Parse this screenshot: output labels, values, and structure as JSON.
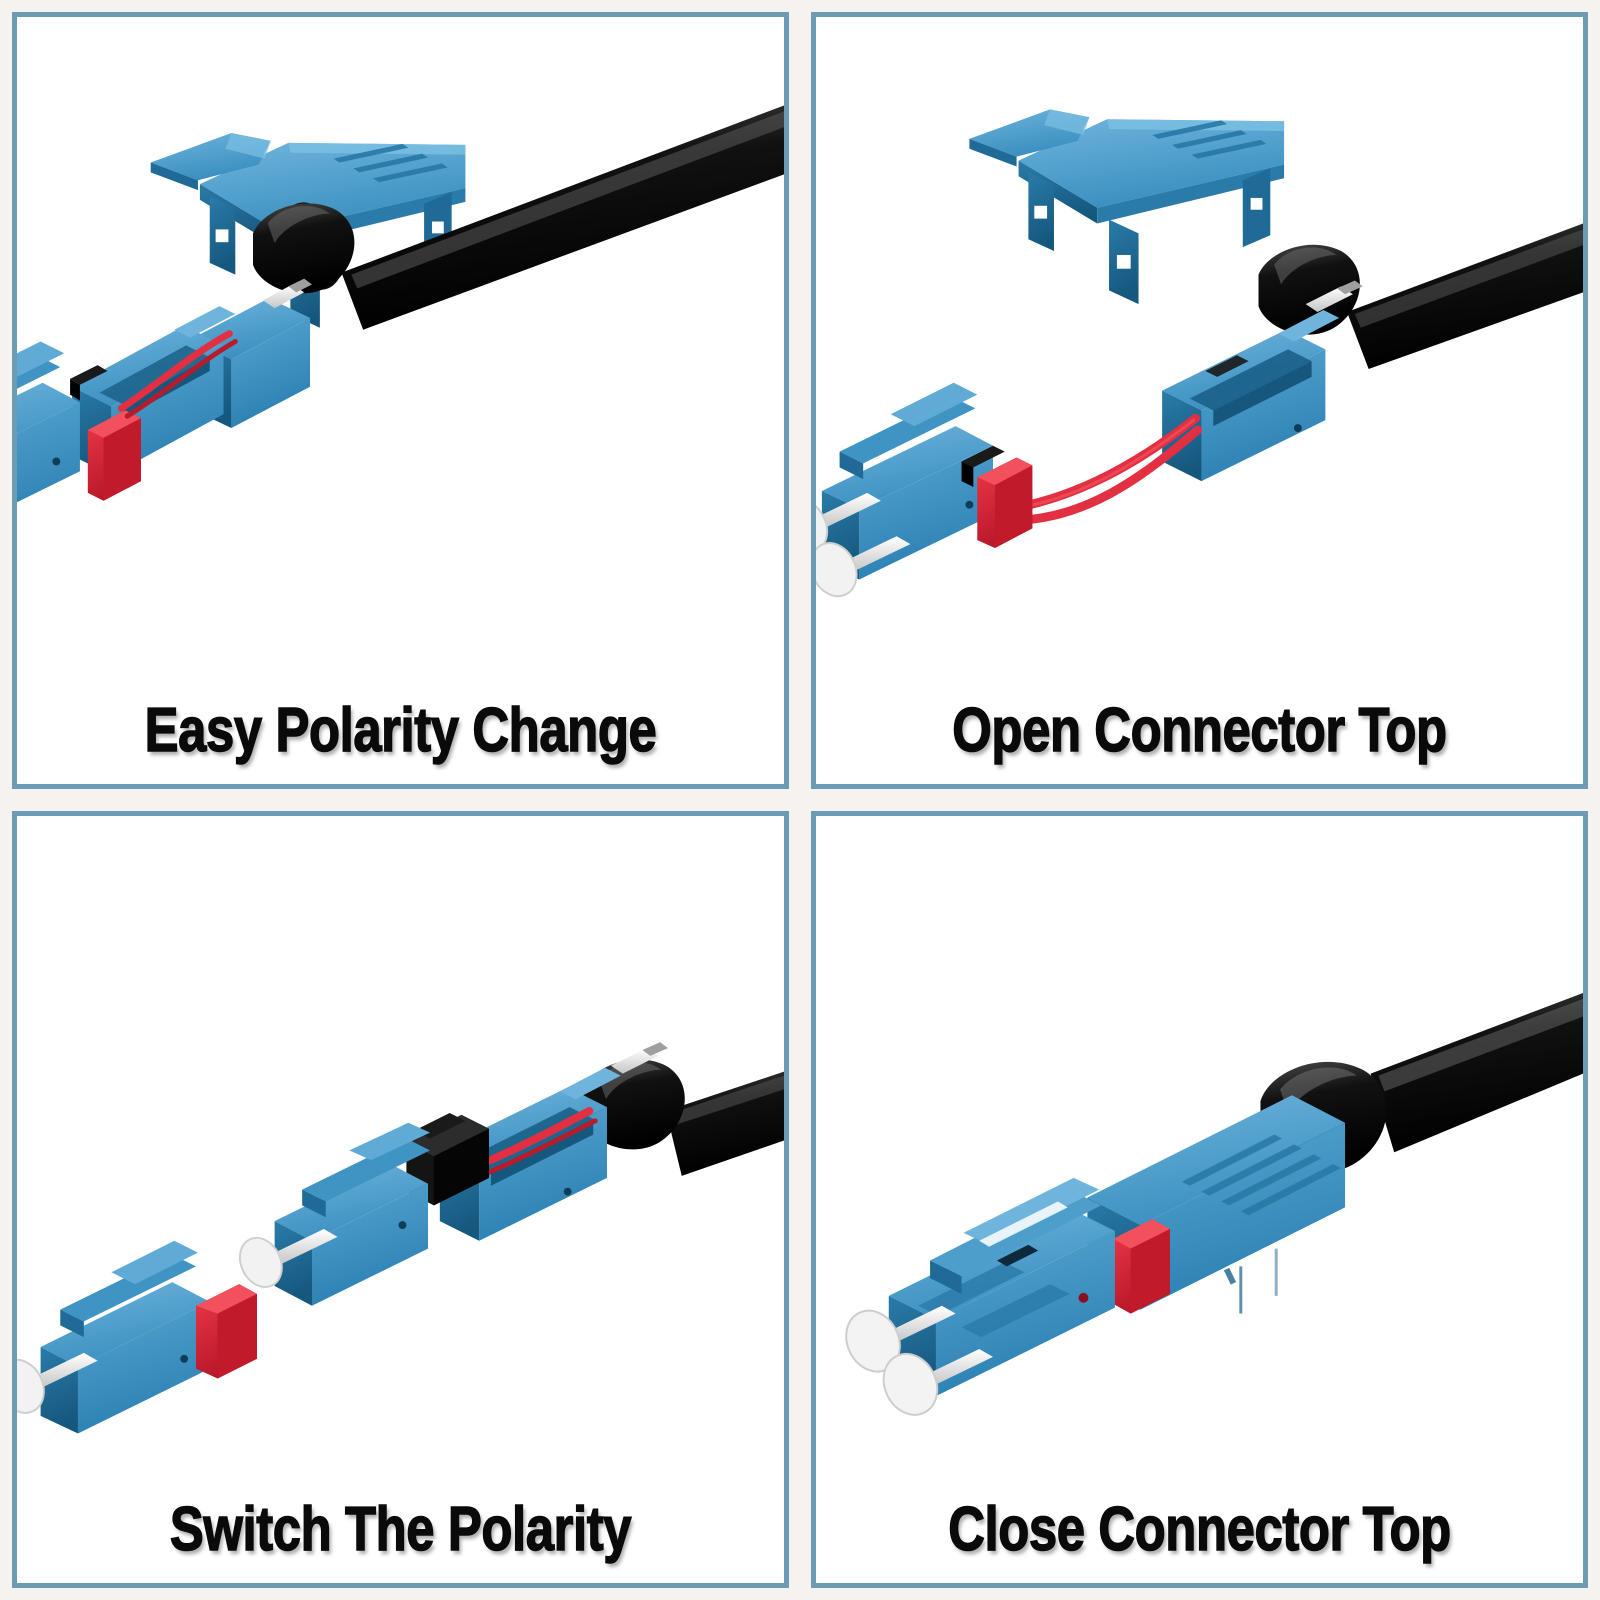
{
  "page": {
    "background_color": "#f5f2f0",
    "panel_background": "#ffffff",
    "panel_border_color": "#6b9cb5",
    "layout": "2x2-grid"
  },
  "palette": {
    "connector_blue": "#3a8fc0",
    "connector_blue_dark": "#1f6a96",
    "connector_blue_darker": "#17557a",
    "connector_blue_light": "#58a6d2",
    "latch_red": "#dd2233",
    "latch_red_dark": "#aa1424",
    "fiber_red": "#e23042",
    "boot_black": "#1a1a1a",
    "boot_black_light": "#3d3d3d",
    "ferrule_white": "#efefef",
    "ferrule_grey": "#c9c9c9",
    "accent_black": "#121212"
  },
  "panels": [
    {
      "id": "panel-easy-polarity-change",
      "position": "top-left",
      "caption": "Easy Polarity Change",
      "subject": "LC duplex fiber connector with detached blue top cover floating above, red polarity latch exposed, black cable boot attached"
    },
    {
      "id": "panel-open-connector-top",
      "position": "top-right",
      "caption": "Open Connector Top",
      "subject": "Connector body separated from cable-end housing, blue top cover floating above, red fiber strands looping between the two halves"
    },
    {
      "id": "panel-switch-the-polarity",
      "position": "bottom-left",
      "caption": "Switch The Polarity",
      "subject": "Front connector half pulled away, black internal retainer and red fiber visible inside the rear housing"
    },
    {
      "id": "panel-close-connector-top",
      "position": "bottom-right",
      "caption": "Close Connector Top",
      "subject": "Fully assembled LC duplex connector with top cover closed, red latch flush, black cable boot"
    }
  ]
}
